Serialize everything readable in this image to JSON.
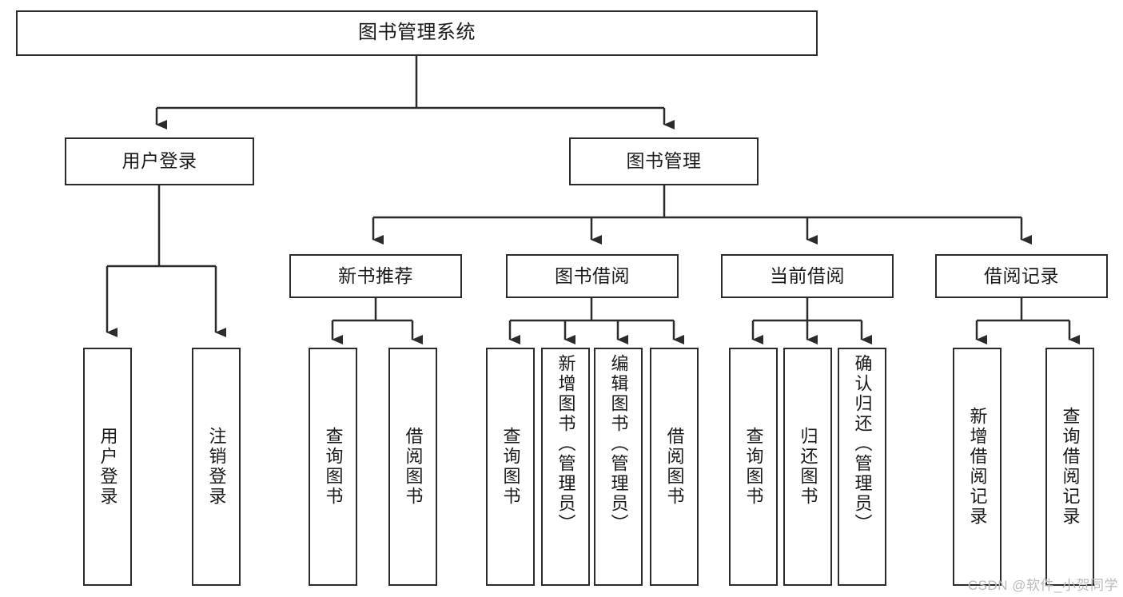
{
  "diagram": {
    "title": "图书管理系统",
    "type": "tree-hierarchy",
    "root": {
      "id": "root",
      "label": "图书管理系统"
    },
    "level2": [
      {
        "id": "user-login",
        "label": "用户登录"
      },
      {
        "id": "book-management",
        "label": "图书管理"
      }
    ],
    "level3": [
      {
        "id": "new-book-recommend",
        "label": "新书推荐",
        "parent": "book-management"
      },
      {
        "id": "book-borrow",
        "label": "图书借阅",
        "parent": "book-management"
      },
      {
        "id": "current-borrow",
        "label": "当前借阅",
        "parent": "book-management"
      },
      {
        "id": "borrow-record",
        "label": "借阅记录",
        "parent": "book-management"
      }
    ],
    "leaves": {
      "user-login": [
        {
          "id": "leaf-user-login",
          "label": "用户登录"
        },
        {
          "id": "leaf-logout-login",
          "label": "注销登录"
        }
      ],
      "new-book-recommend": [
        {
          "id": "leaf-query-book-1",
          "label": "查询图书"
        },
        {
          "id": "leaf-borrow-book-1",
          "label": "借阅图书"
        }
      ],
      "book-borrow": [
        {
          "id": "leaf-query-book-2",
          "label": "查询图书"
        },
        {
          "id": "leaf-add-book",
          "label": "新增图书（管理员）"
        },
        {
          "id": "leaf-edit-book",
          "label": "编辑图书（管理员）"
        },
        {
          "id": "leaf-borrow-book-2",
          "label": "借阅图书"
        }
      ],
      "current-borrow": [
        {
          "id": "leaf-query-book-3",
          "label": "查询图书"
        },
        {
          "id": "leaf-return-book",
          "label": "归还图书"
        },
        {
          "id": "leaf-confirm-return",
          "label": "确认归还（管理员）"
        }
      ],
      "borrow-record": [
        {
          "id": "leaf-add-record",
          "label": "新增借阅记录"
        },
        {
          "id": "leaf-query-record",
          "label": "查询借阅记录"
        }
      ]
    }
  },
  "watermark": {
    "text": "CSDN @软件_小贺同学"
  },
  "colors": {
    "stroke": "#2b2b2b",
    "fill": "#ffffff",
    "text": "#1a1a1a",
    "watermark": "#b9b9b9"
  }
}
